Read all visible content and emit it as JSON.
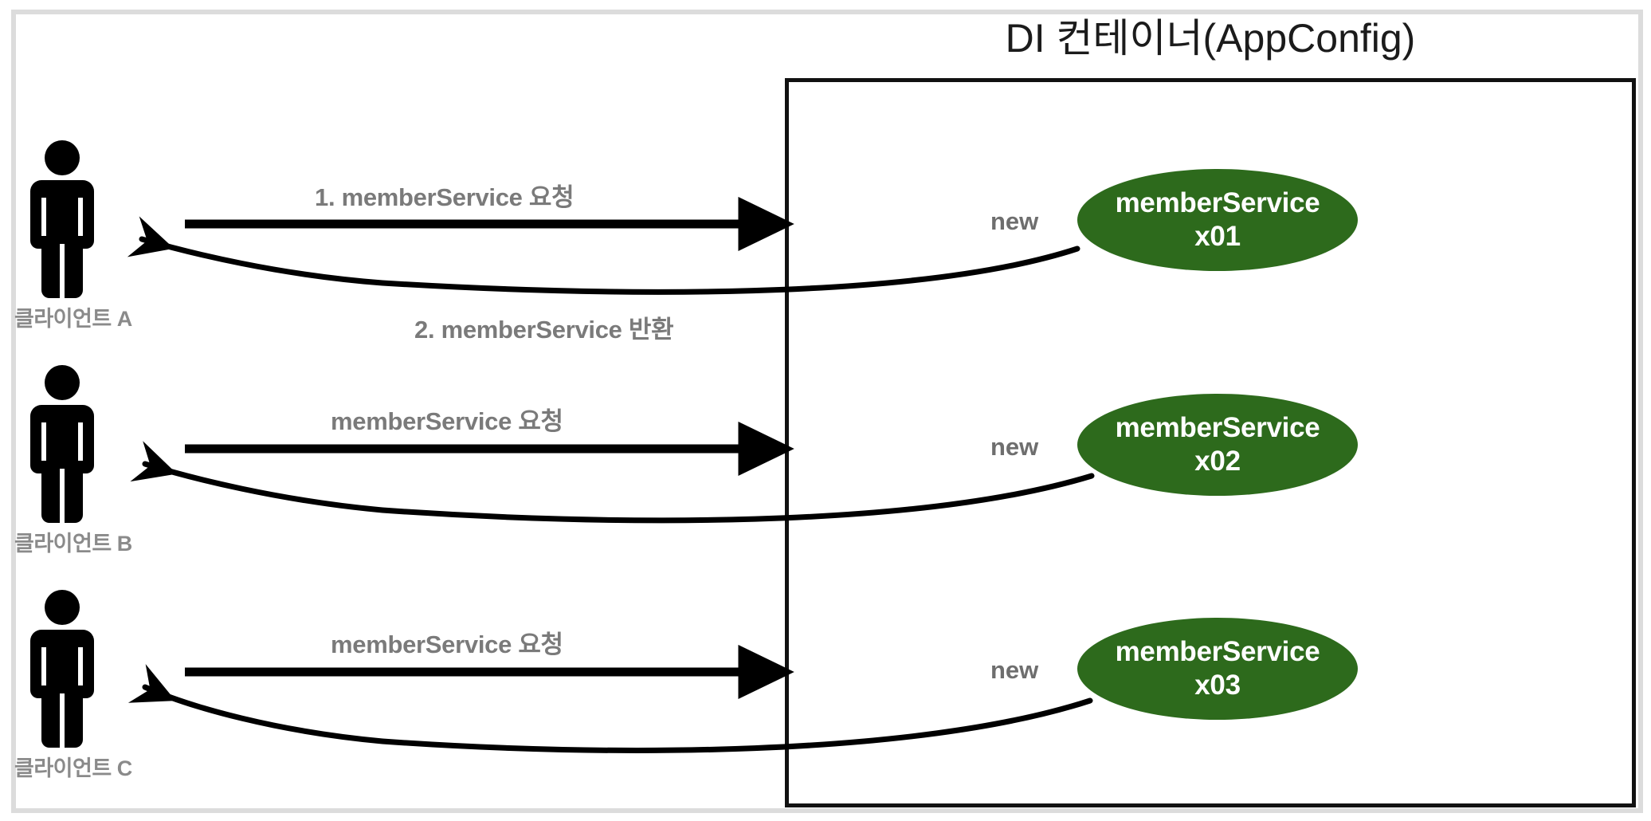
{
  "diagram": {
    "type": "sequence-like-flow-diagram",
    "container": {
      "title": "DI 컨테이너(AppConfig)",
      "border_color": "#111111"
    },
    "colors": {
      "bean_fill": "#2d6a1c",
      "bean_text": "#ffffff",
      "label_gray": "#7a7a7a",
      "client_label_gray": "#8a8a8a",
      "arrow_black": "#000000",
      "outer_frame": "#dcdcdc"
    },
    "rows": [
      {
        "client_label": "클라이언트 A",
        "request_label": "1. memberService 요청",
        "return_label": "2. memberService 반환",
        "new_label": "new",
        "bean_line1": "memberService",
        "bean_line2": "x01"
      },
      {
        "client_label": "클라이언트 B",
        "request_label": "memberService 요청",
        "return_label": "",
        "new_label": "new",
        "bean_line1": "memberService",
        "bean_line2": "x02"
      },
      {
        "client_label": "클라이언트 C",
        "request_label": "memberService 요청",
        "return_label": "",
        "new_label": "new",
        "bean_line1": "memberService",
        "bean_line2": "x03"
      }
    ]
  }
}
